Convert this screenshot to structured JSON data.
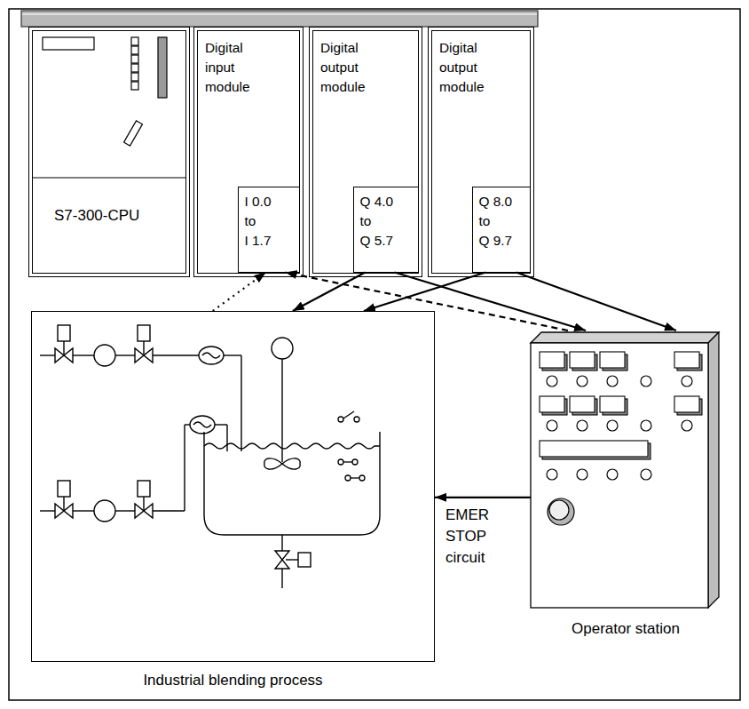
{
  "diagram": {
    "nodes": [
      {
        "text": [
          "S7-300-CPU"
        ]
      },
      {
        "text": [
          "Digital input module"
        ]
      },
      {
        "text": [
          "I 0.0 to I 1.7"
        ],
        "in": 1
      },
      {
        "text": [
          "Digital output module"
        ]
      },
      {
        "text": [
          "Q 4.0 to Q 5.7"
        ],
        "in": 3
      },
      {
        "text": [
          "Digital output module"
        ]
      },
      {
        "text": [
          "Q 8.0 to Q 9.7"
        ],
        "in": 5
      },
      {
        "text": [
          "Industrial blending process"
        ]
      },
      {
        "text": [
          "Operator station"
        ]
      }
    ],
    "edges": [
      {
        "from": 7,
        "to": 2,
        "arrow": "to"
      },
      {
        "from": 8,
        "to": 2,
        "arrow": "to"
      },
      {
        "from": 4,
        "to": 7,
        "arrow": "to"
      },
      {
        "from": 4,
        "to": 8,
        "arrow": "to"
      },
      {
        "from": 6,
        "to": 7,
        "arrow": "to"
      },
      {
        "from": 6,
        "to": 8,
        "arrow": "to"
      },
      {
        "from": 8,
        "to": 7,
        "arrow": "to",
        "label": "EMER STOP circuit"
      }
    ]
  }
}
